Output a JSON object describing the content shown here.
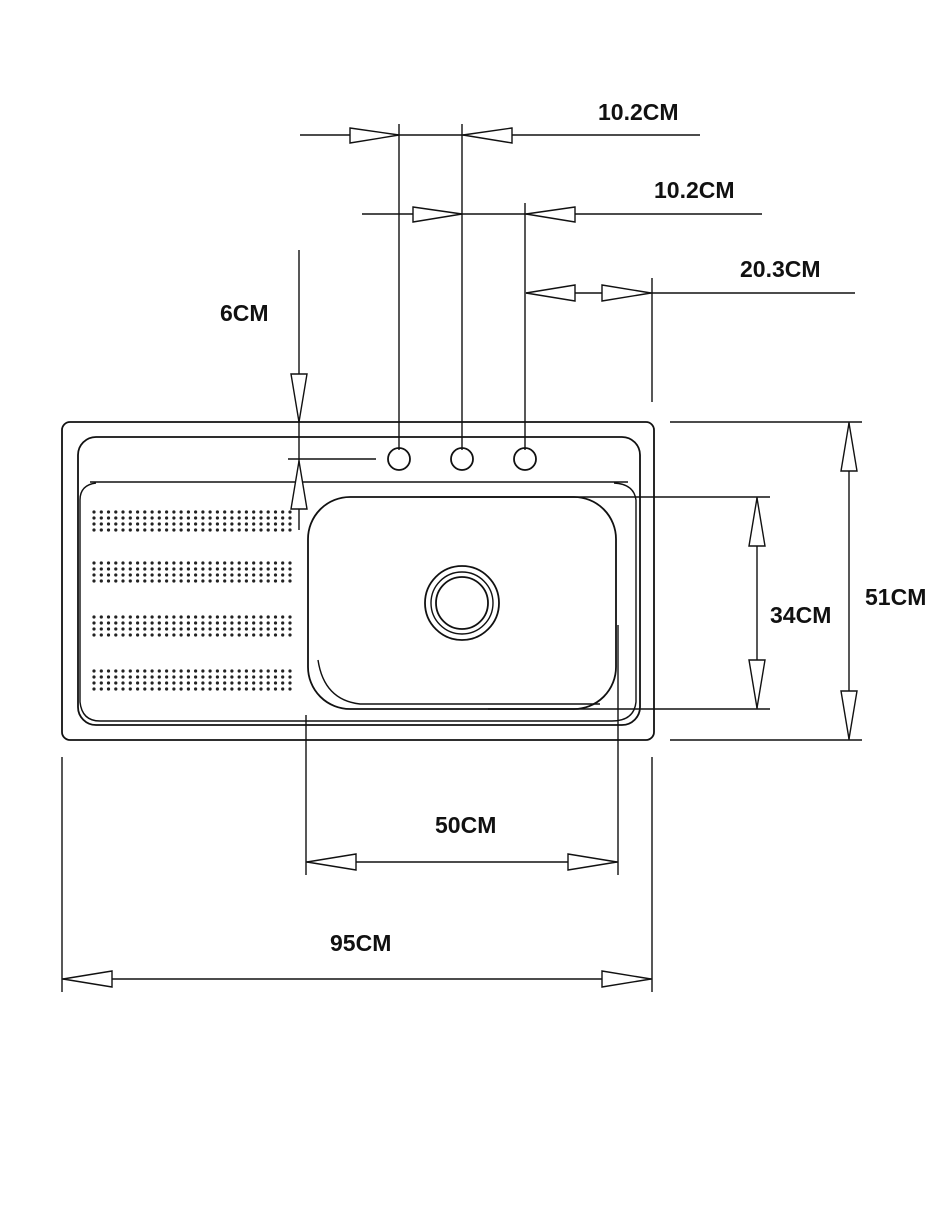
{
  "dimensions": {
    "tap_spacing_1": "10.2CM",
    "tap_spacing_2": "10.2CM",
    "tap_to_edge": "20.3CM",
    "ledge_depth": "6CM",
    "bowl_depth": "34CM",
    "overall_depth": "51CM",
    "bowl_width": "50CM",
    "overall_width": "95CM"
  },
  "drainer": {
    "rows": 4,
    "dot_lines_per_row": 4,
    "dots_per_line": 28
  },
  "tap_holes": 3
}
